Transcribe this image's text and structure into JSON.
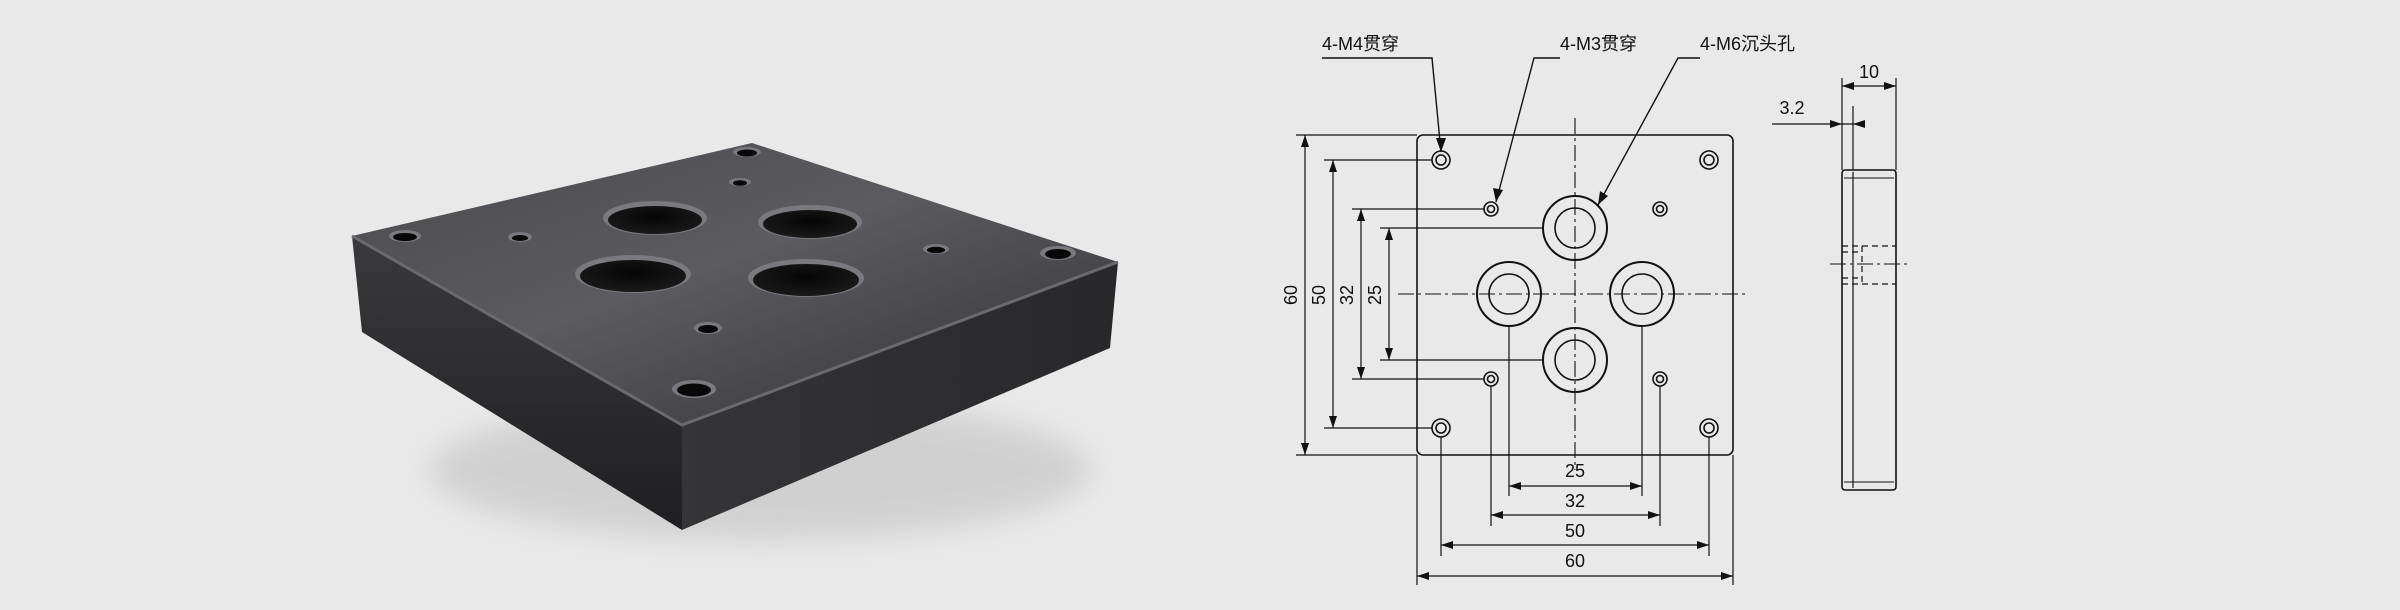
{
  "callouts": {
    "m4": "4-M4贯穿",
    "m3": "4-M3贯穿",
    "m6": "4-M6沉头孔"
  },
  "dimensions": {
    "bottom": [
      "25",
      "32",
      "50",
      "60"
    ],
    "left": [
      "60",
      "50",
      "32",
      "25"
    ],
    "side_width": "10",
    "side_offset": "3.2"
  },
  "colors": {
    "background": "#e9e9e9",
    "plate": "#2a2a2c",
    "line": "#111111"
  }
}
